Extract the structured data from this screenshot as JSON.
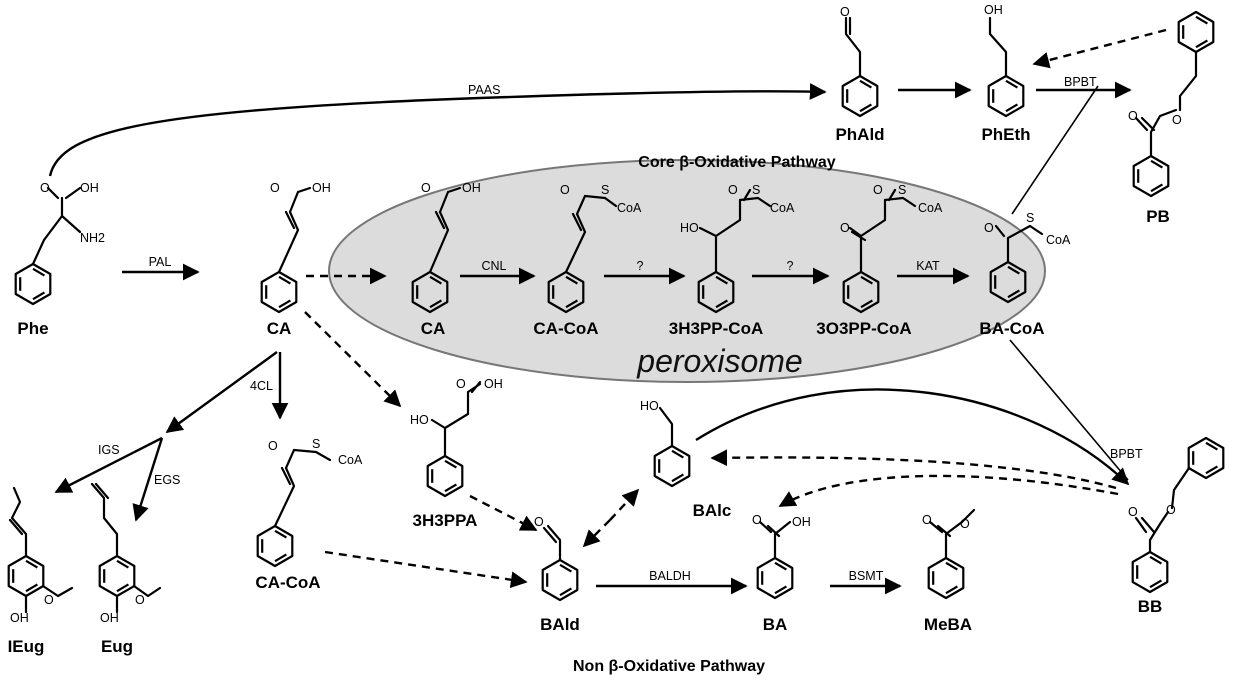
{
  "pathways": {
    "core": "Core β-Oxidative Pathway",
    "non": "Non β-Oxidative Pathway",
    "compartment": "peroxisome"
  },
  "compounds": {
    "phe": "Phe",
    "ca": "CA",
    "ca_pero": "CA",
    "cacoa_pero": "CA-CoA",
    "h3pp_coa": "3H3PP-CoA",
    "o3pp_coa": "3O3PP-CoA",
    "ba_coa": "BA-CoA",
    "phald": "PhAld",
    "pheth": "PhEth",
    "pb": "PB",
    "ieug": "IEug",
    "eug": "Eug",
    "cacoa": "CA-CoA",
    "h3ppa": "3H3PPA",
    "bald": "BAld",
    "balc": "BAlc",
    "ba": "BA",
    "meba": "MeBA",
    "bb": "BB"
  },
  "enzymes": {
    "paas": "PAAS",
    "pal": "PAL",
    "cnl": "CNL",
    "q1": "?",
    "q2": "?",
    "kat": "KAT",
    "bpbt_top": "BPBT",
    "bpbt_right": "BPBT",
    "fourcl": "4CL",
    "igs": "IGS",
    "egs": "EGS",
    "baldh": "BALDH",
    "bsmt": "BSMT"
  },
  "atoms": {
    "o": "O",
    "oh": "OH",
    "ho": "HO",
    "s": "S",
    "coa": "CoA",
    "nh2": "NH2"
  }
}
